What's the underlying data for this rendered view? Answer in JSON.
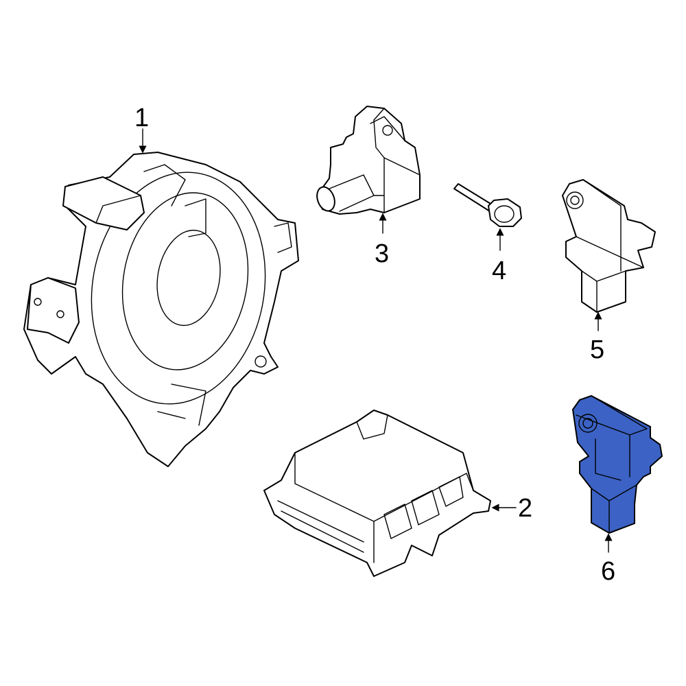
{
  "diagram": {
    "callouts": [
      {
        "number": "1",
        "part": "clock-spring"
      },
      {
        "number": "2",
        "part": "airbag-control-module"
      },
      {
        "number": "3",
        "part": "impact-sensor"
      },
      {
        "number": "4",
        "part": "bolt"
      },
      {
        "number": "5",
        "part": "impact-sensor"
      },
      {
        "number": "6",
        "part": "impact-sensor"
      }
    ],
    "highlighted_part": "6",
    "highlight_color": "#3b62c4"
  }
}
